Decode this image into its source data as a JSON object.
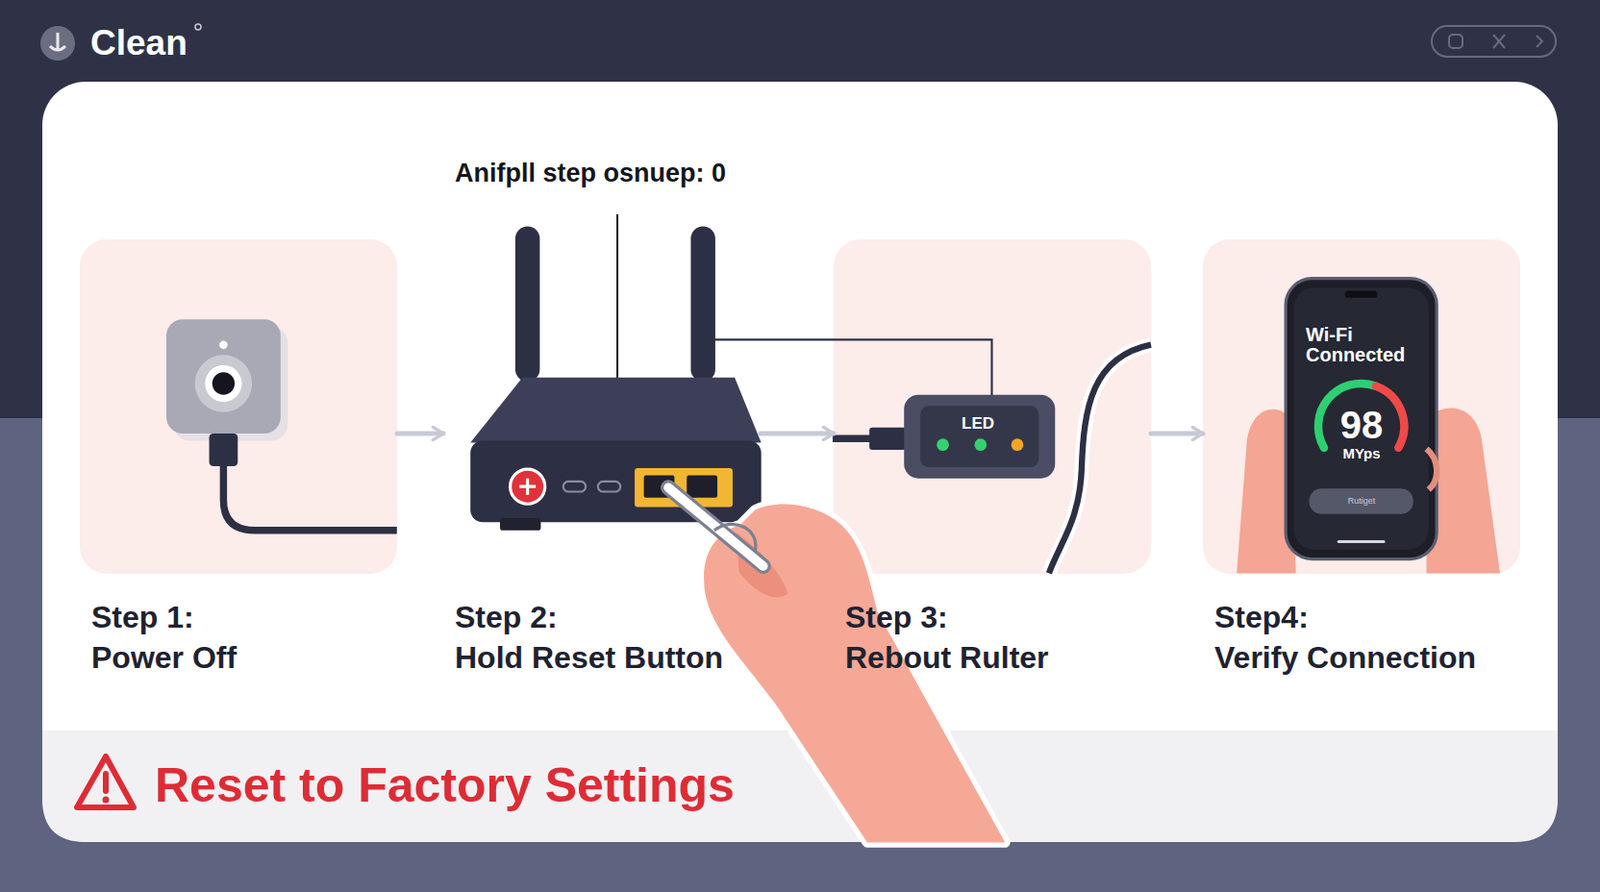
{
  "diagram": {
    "title": "Reset to Factory Settings",
    "nodes": [
      {
        "text": [
          "Step 1:",
          "Power Off"
        ]
      },
      {
        "text": [
          "Step 2:",
          "Hold Reset Button"
        ]
      },
      {
        "text": [
          "Step 3:",
          "Rebout Rulter"
        ]
      },
      {
        "text": [
          "Step4:",
          "Verify Connection"
        ]
      }
    ],
    "edges": [
      {
        "from": 0,
        "to": 1,
        "arrow": "to"
      },
      {
        "from": 1,
        "to": 2,
        "arrow": "to"
      },
      {
        "from": 2,
        "to": 3,
        "arrow": "to"
      }
    ],
    "labels": [
      "Clean",
      "Anifpll step osnuep: 0",
      "LED",
      "Wi-Fi Connected",
      "98",
      "MYps",
      "Rutiget"
    ]
  }
}
